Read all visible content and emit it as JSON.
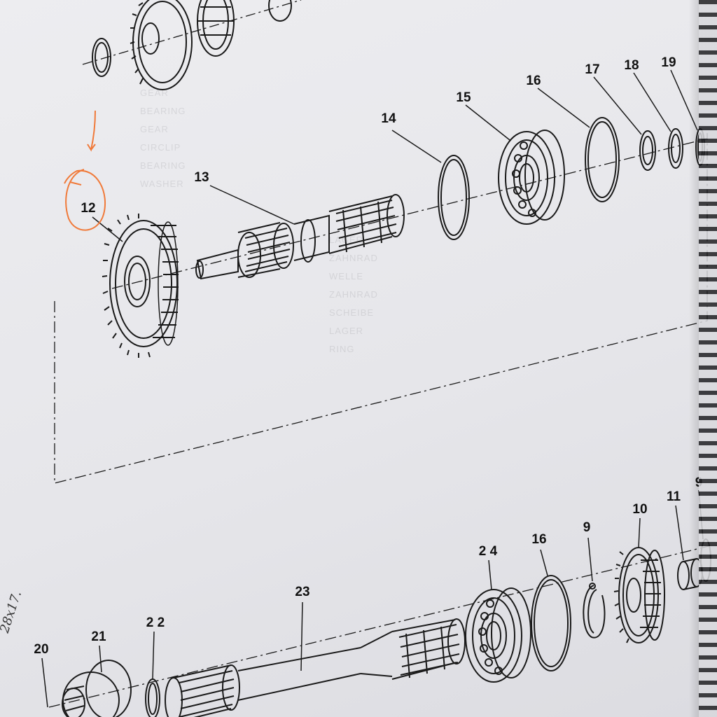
{
  "diagram": {
    "part_labels": [
      {
        "id": "p12",
        "text": "12"
      },
      {
        "id": "p13",
        "text": "13"
      },
      {
        "id": "p14",
        "text": "14"
      },
      {
        "id": "p15",
        "text": "15"
      },
      {
        "id": "p16a",
        "text": "16"
      },
      {
        "id": "p17",
        "text": "17"
      },
      {
        "id": "p18",
        "text": "18"
      },
      {
        "id": "p19",
        "text": "19"
      },
      {
        "id": "p9a",
        "text": "9"
      },
      {
        "id": "p10",
        "text": "10"
      },
      {
        "id": "p11",
        "text": "11"
      },
      {
        "id": "p9b",
        "text": "9"
      },
      {
        "id": "p16b",
        "text": "16"
      },
      {
        "id": "p24",
        "text": "2 4"
      },
      {
        "id": "p23",
        "text": "23"
      },
      {
        "id": "p22",
        "text": "2 2"
      },
      {
        "id": "p21",
        "text": "21"
      },
      {
        "id": "p20",
        "text": "20"
      }
    ],
    "handwritten_note": "28x17.",
    "colors": {
      "ink": "#1a1a1a",
      "pen_annotation": "#f07a3a",
      "paper": "#e8e8ec"
    }
  }
}
